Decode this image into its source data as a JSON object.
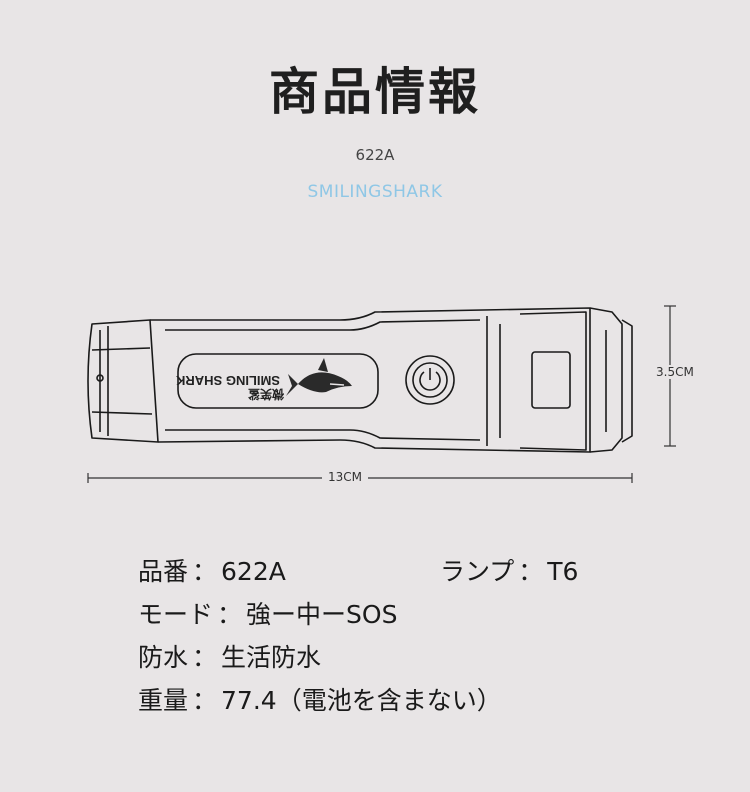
{
  "header": {
    "title": "商品情報",
    "model": "622A",
    "brand": "SMILINGSHARK"
  },
  "product_image": {
    "brand_text": "SMILING SHARK",
    "brand_text_cn": "微笑鲨",
    "width_label": "13CM",
    "height_label": "3.5CM"
  },
  "specs": {
    "separator": "：",
    "model": {
      "label": "品番",
      "value": "622A"
    },
    "lamp": {
      "label": "ランプ",
      "value": "T6"
    },
    "mode": {
      "label": "モード",
      "value": "強ー中ーSOS"
    },
    "waterproof": {
      "label": "防水",
      "value": "生活防水"
    },
    "weight": {
      "label": "重量",
      "value": "77.4（電池を含まない）"
    }
  },
  "colors": {
    "background": "#e8e5e6",
    "brand_accent": "#8fc7e6",
    "outline": "#1a1a1a"
  }
}
